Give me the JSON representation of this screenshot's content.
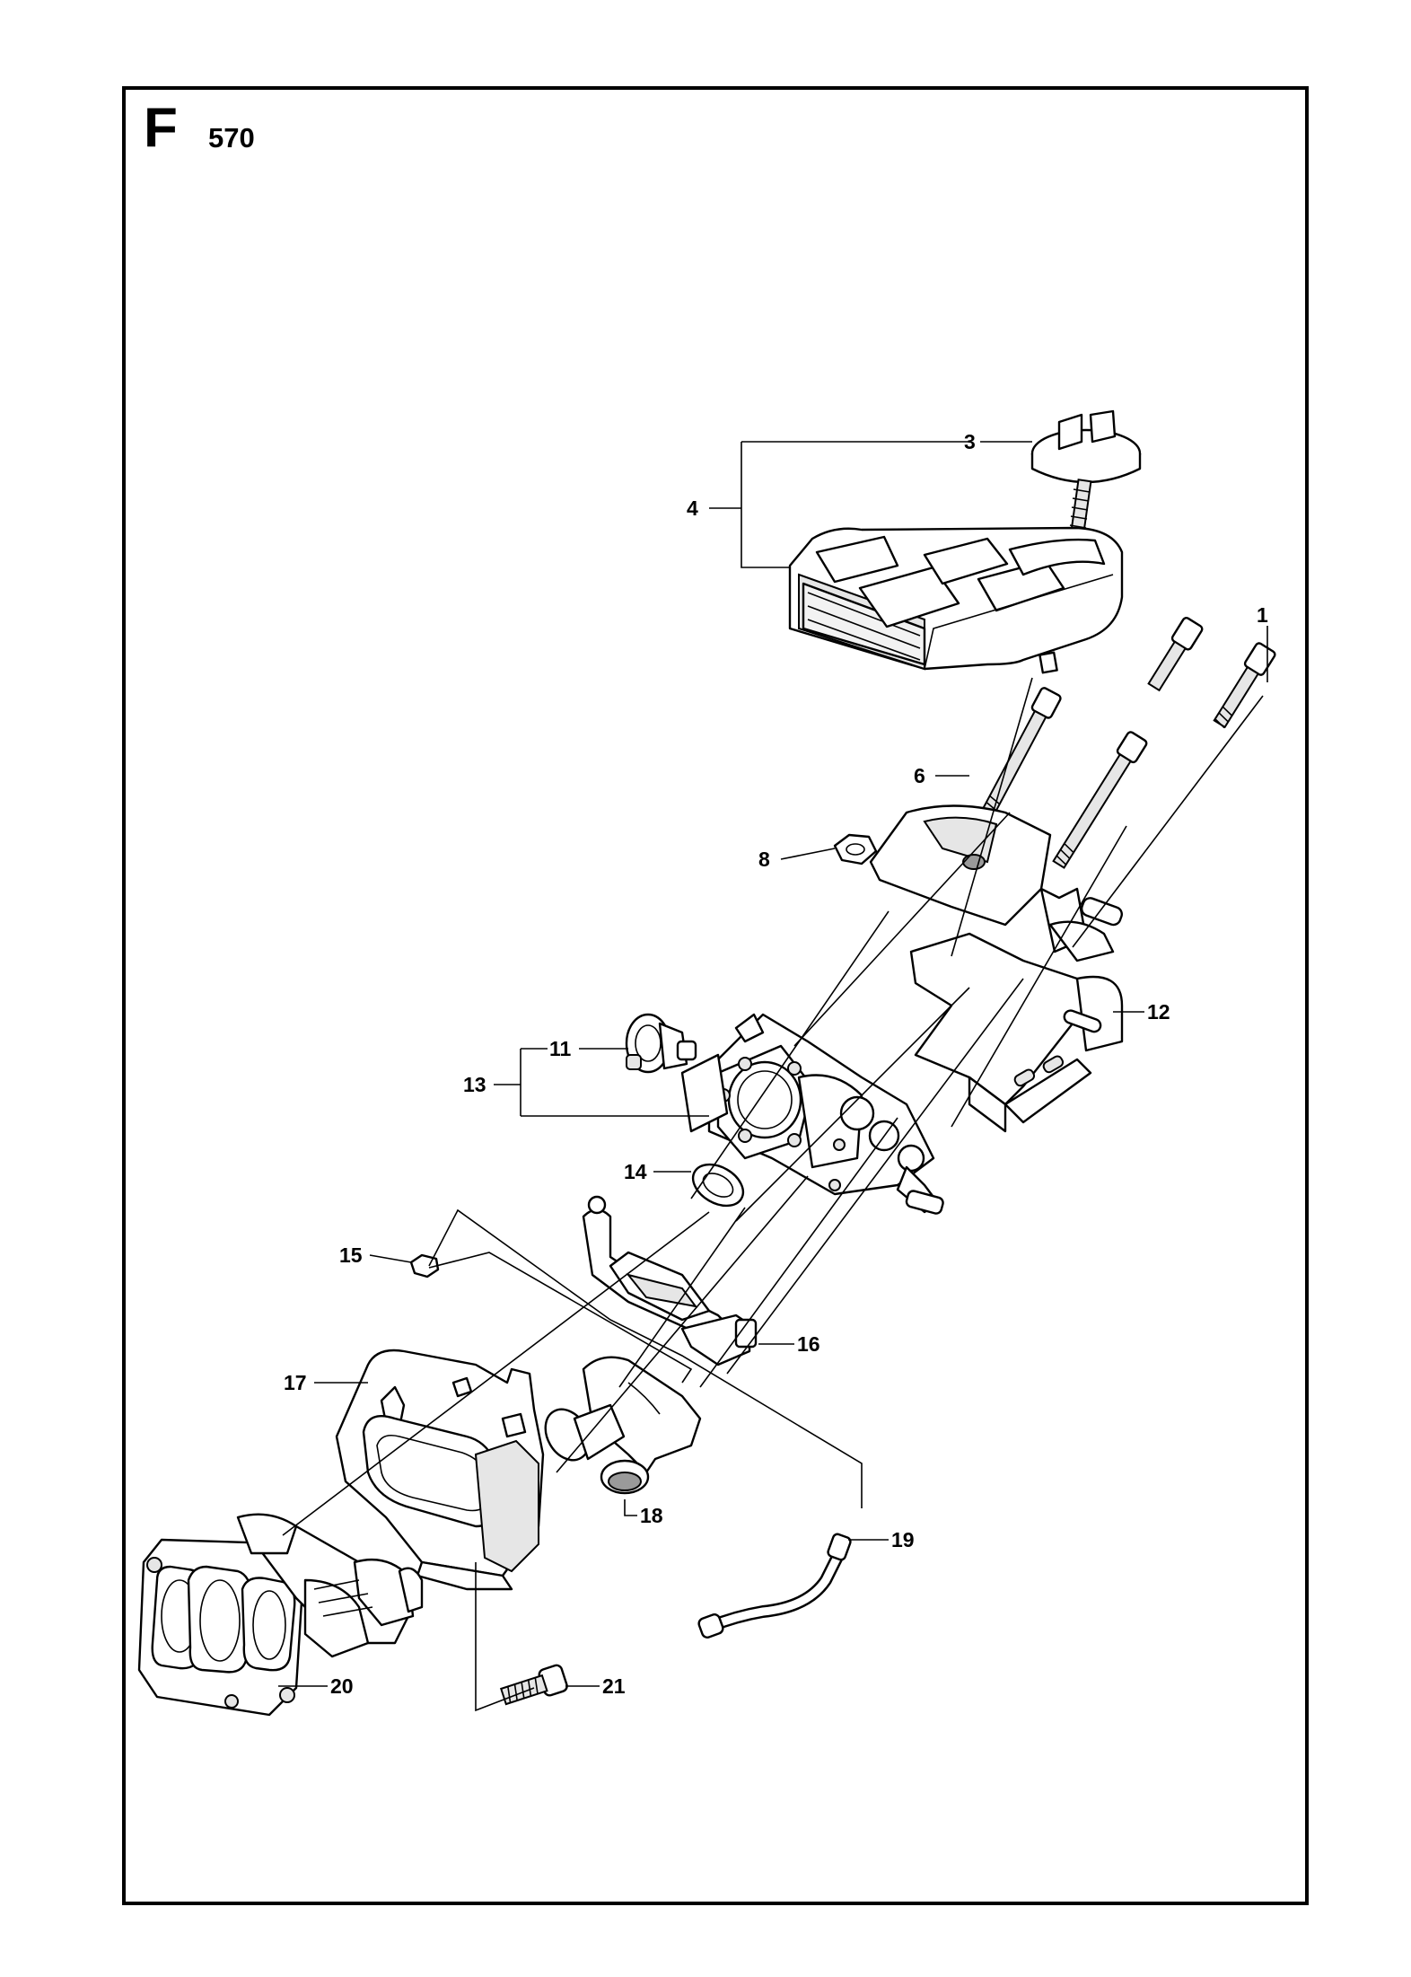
{
  "header": {
    "section_letter": "F",
    "model": "570"
  },
  "callouts": {
    "c1": "1",
    "c3": "3",
    "c4": "4",
    "c6": "6",
    "c8": "8",
    "c11": "11",
    "c12": "12",
    "c13": "13",
    "c14": "14",
    "c15": "15",
    "c16": "16",
    "c17": "17",
    "c18": "18",
    "c19": "19",
    "c20": "20",
    "c21": "21"
  },
  "parts": [
    {
      "ref": "1",
      "icon": "long-bolt-icon"
    },
    {
      "ref": "3",
      "icon": "wing-knob-icon"
    },
    {
      "ref": "4",
      "icon": "air-filter-cover-icon"
    },
    {
      "ref": "6",
      "icon": "stud-bolt-icon"
    },
    {
      "ref": "8",
      "icon": "hex-nut-icon"
    },
    {
      "ref": "11",
      "icon": "primer-bulb-icon"
    },
    {
      "ref": "12",
      "icon": "filter-holder-bracket-icon"
    },
    {
      "ref": "13",
      "icon": "carburetor-icon"
    },
    {
      "ref": "14",
      "icon": "gasket-ring-icon"
    },
    {
      "ref": "15",
      "icon": "small-nut-icon"
    },
    {
      "ref": "16",
      "icon": "throttle-link-icon"
    },
    {
      "ref": "17",
      "icon": "carburetor-gasket-icon"
    },
    {
      "ref": "18",
      "icon": "rubber-boot-icon"
    },
    {
      "ref": "19",
      "icon": "fuel-hose-icon"
    },
    {
      "ref": "20",
      "icon": "intake-manifold-icon"
    },
    {
      "ref": "21",
      "icon": "screw-icon"
    }
  ]
}
